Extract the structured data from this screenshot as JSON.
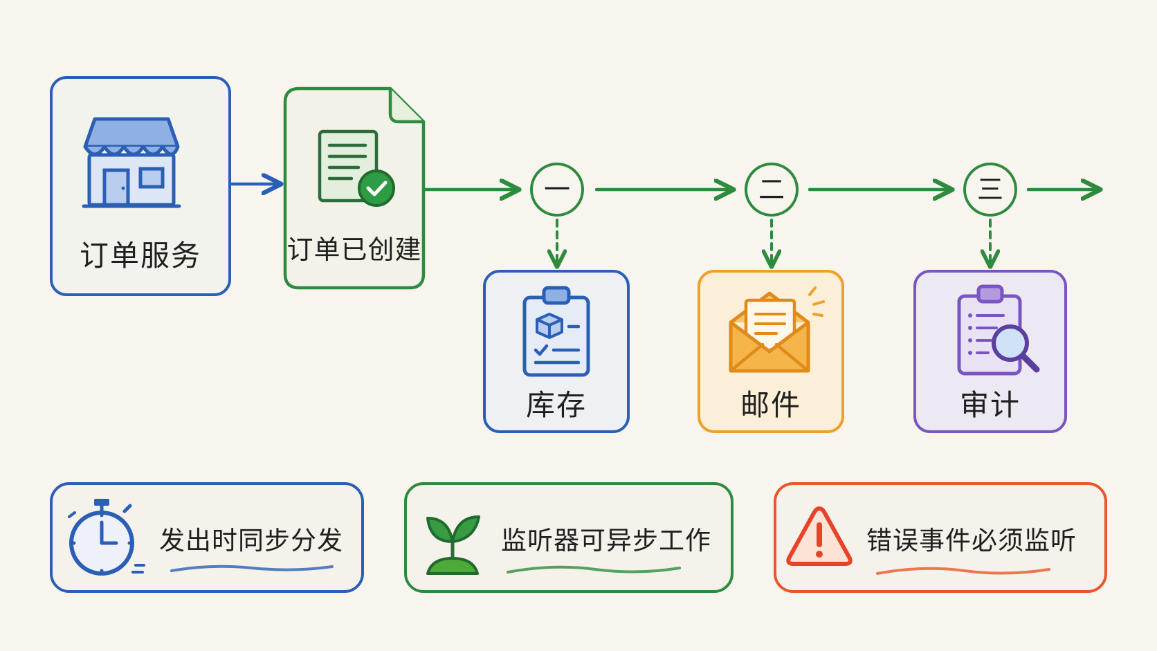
{
  "colors": {
    "blue": "#2a5fb5",
    "green": "#2e8b3e",
    "orange": "#eea02a",
    "purple": "#7a55c2",
    "red": "#e8562a"
  },
  "source": {
    "label": "订单服务",
    "icon": "storefront-icon"
  },
  "event": {
    "label": "订单已创建",
    "icon": "document-check-icon"
  },
  "steps": [
    {
      "number": "一",
      "listener": {
        "label": "库存",
        "icon": "clipboard-inventory-icon"
      }
    },
    {
      "number": "二",
      "listener": {
        "label": "邮件",
        "icon": "envelope-icon"
      }
    },
    {
      "number": "三",
      "listener": {
        "label": "审计",
        "icon": "clipboard-magnifier-icon"
      }
    }
  ],
  "notes": [
    {
      "text": "发出时同步分发",
      "icon": "stopwatch-icon"
    },
    {
      "text": "监听器可异步工作",
      "icon": "seedling-icon"
    },
    {
      "text": "错误事件必须监听",
      "icon": "warning-icon"
    }
  ]
}
